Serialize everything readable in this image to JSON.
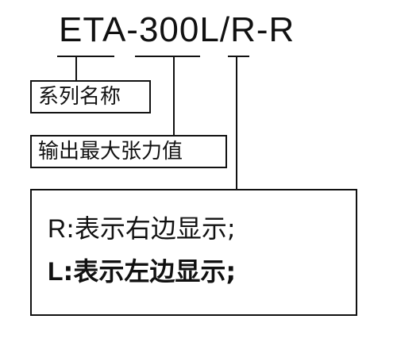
{
  "diagram": {
    "model_code": "ETA-300L/R-R",
    "labels": {
      "series_name": "系列名称",
      "max_tension": "输出最大张力值"
    },
    "display_options": [
      {
        "key": "R",
        "text": ":表示右边显示;"
      },
      {
        "key": "L",
        "text": ":表示左边显示;"
      }
    ]
  }
}
